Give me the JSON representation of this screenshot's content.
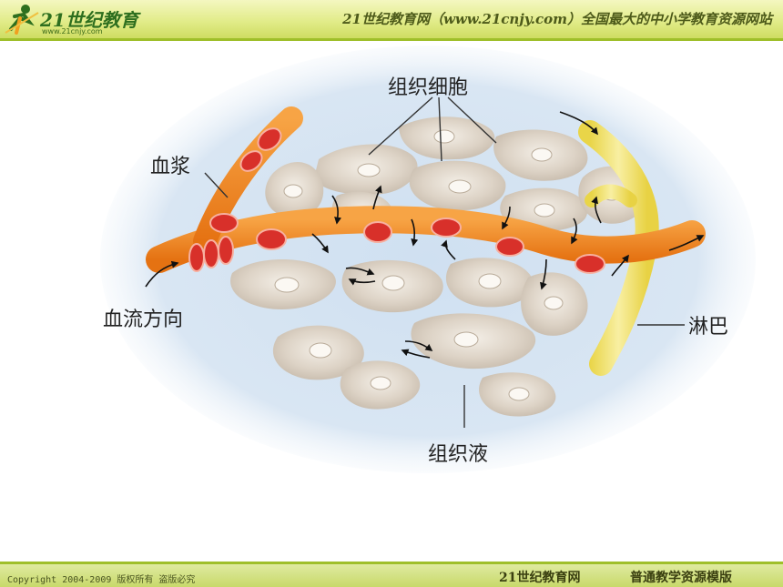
{
  "header": {
    "logo_text": "21世纪教育",
    "logo_url": "www.21cnjy.com",
    "slogan": "21世纪教育网（www.21cnjy.com）全国最大的中小学教育资源网站"
  },
  "diagram": {
    "labels": {
      "tissue_cells": "组织细胞",
      "plasma": "血浆",
      "blood_flow_direction": "血流方向",
      "lymph": "淋巴",
      "tissue_fluid": "组织液"
    }
  },
  "footer": {
    "copyright": "Copyright 2004-2009 版权所有 盗版必究",
    "brand": "21世纪教育网",
    "template": "普通教学资源模版"
  },
  "colors": {
    "vessel": "#f08a1e",
    "red_cell": "#d8302a",
    "lymph": "#f2e47a",
    "tissue_fluid": "#c9dcef",
    "cell": "#d8cec2"
  }
}
